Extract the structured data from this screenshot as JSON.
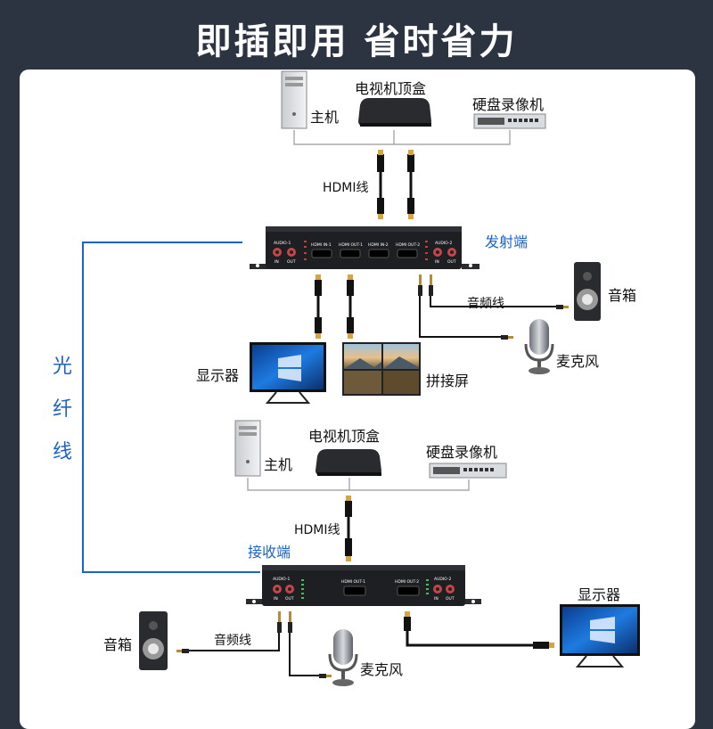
{
  "header": {
    "title": "即插即用 省时省力"
  },
  "labels": {
    "host_top": "主机",
    "stb_top": "电视机顶盒",
    "nvr_top": "硬盘录像机",
    "hdmi_top": "HDMI线",
    "transmitter": "发射端",
    "speaker_top": "音箱",
    "audio_cable_top": "音频线",
    "mic_top": "麦克风",
    "monitor_mid": "显示器",
    "splice": "拼接屏",
    "fiber": [
      "光",
      "纤",
      "线"
    ],
    "host_mid": "主机",
    "stb_mid": "电视机顶盒",
    "nvr_mid": "硬盘录像机",
    "hdmi_mid": "HDMI线",
    "receiver": "接收端",
    "monitor_bottom": "显示器",
    "speaker_bottom": "音箱",
    "audio_cable_bottom": "音频线",
    "mic_bottom": "麦克风"
  },
  "device_text": {
    "tx": {
      "audio1": "AUDIO-1",
      "audio2": "AUDIO-2",
      "in1": "HDMI IN-1",
      "out1": "HDMI OUT-1",
      "in2": "HDMI IN-2",
      "out2": "HDMI OUT-2",
      "in": "IN",
      "out": "OUT"
    },
    "rx": {
      "audio1": "AUDIO-1",
      "audio2": "AUDIO-2",
      "out1": "HDMI OUT-1",
      "out2": "HDMI OUT-2",
      "in": "IN",
      "out": "OUT"
    }
  },
  "colors": {
    "accent": "#1a63c8",
    "background": "#2c3442",
    "panel": "#ffffff",
    "device": "#1e1f22"
  }
}
